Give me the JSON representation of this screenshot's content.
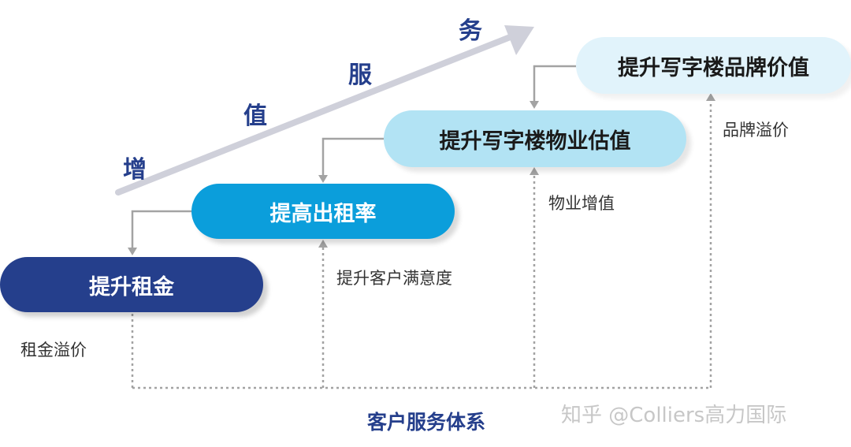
{
  "growth_arrow": {
    "chars": [
      "增",
      "值",
      "服",
      "务"
    ]
  },
  "steps": [
    {
      "label": "提升租金",
      "note": "租金溢价"
    },
    {
      "label": "提高出租率",
      "note": "提升客户满意度"
    },
    {
      "label": "提升写字楼物业估值",
      "note": "物业增值"
    },
    {
      "label": "提升写字楼品牌价值",
      "note": "品牌溢价"
    }
  ],
  "base_label": "客户服务体系",
  "watermark": "知乎 @Colliers高力国际",
  "colors": {
    "dark_navy": "#253f8c",
    "bright_blue": "#0b9edb",
    "light_blue": "#b2e3f4",
    "pale_blue": "#e1f3fb",
    "connector_gray": "#a3a3a3",
    "arrow_gray": "#cfd0da"
  }
}
